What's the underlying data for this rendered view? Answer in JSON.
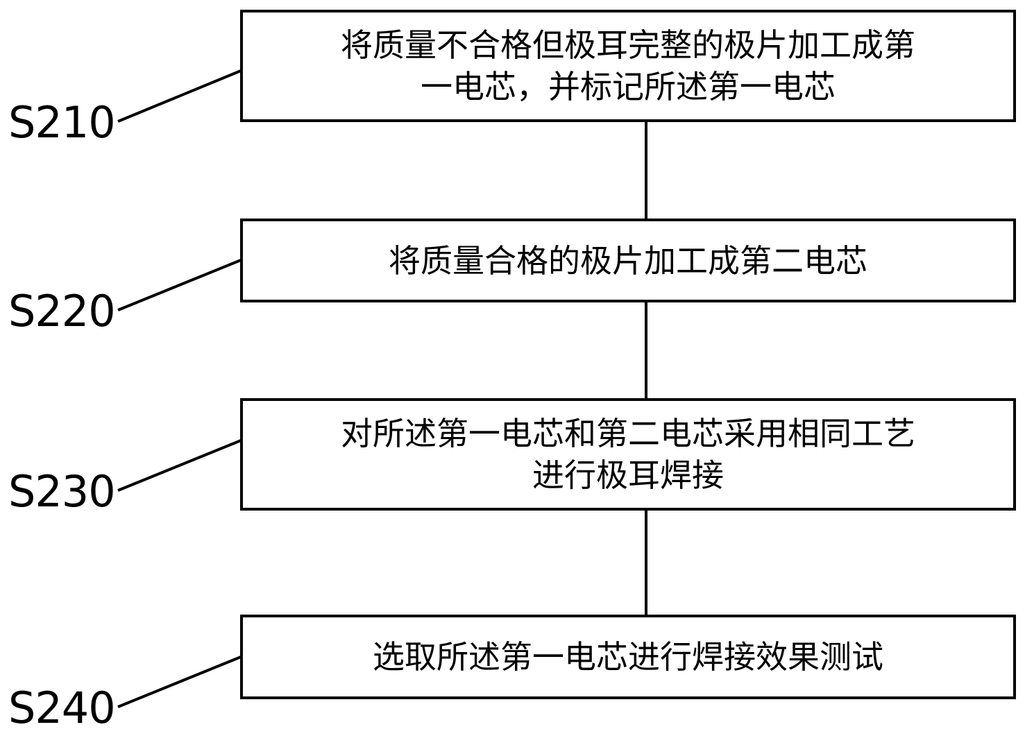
{
  "steps": [
    {
      "label": "S210",
      "text": "将质量不合格但极耳完整的极片加工成第\n一电芯，并标记所述第一电芯"
    },
    {
      "label": "S220",
      "text": "将质量合格的极片加工成第二电芯"
    },
    {
      "label": "S230",
      "text": "对所述第一电芯和第二电芯采用相同工艺\n进行极耳焊接"
    },
    {
      "label": "S240",
      "text": "选取所述第一电芯进行焊接效果测试"
    }
  ],
  "colors": {
    "line": "#000000",
    "background": "#ffffff"
  }
}
